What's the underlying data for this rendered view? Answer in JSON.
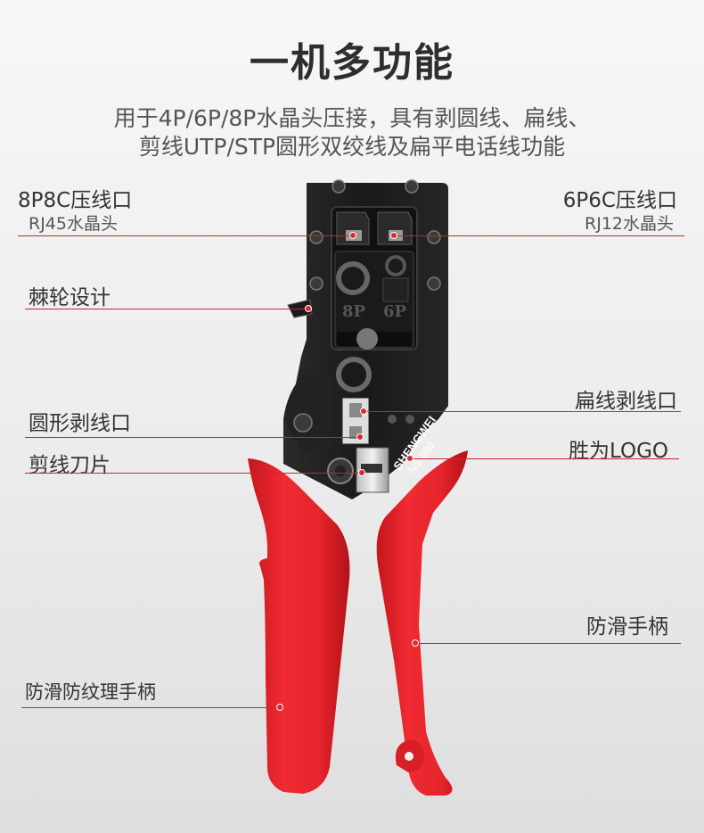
{
  "title": "一机多功能",
  "subtitle": {
    "line1": "用于4P/6P/8P水晶头压接，具有剥圆线、扁线、",
    "line2": "剪线UTP/STP圆形双绞线及扁平电话线功能"
  },
  "callouts": {
    "p8c": {
      "label": "8P8C压线口",
      "sub": "RJ45水晶头"
    },
    "p6c": {
      "label": "6P6C压线口",
      "sub": "RJ12水晶头"
    },
    "ratchet": {
      "label": "棘轮设计"
    },
    "flat_strip": {
      "label": "扁线剥线口"
    },
    "round_strip": {
      "label": "圆形剥线口"
    },
    "logo": {
      "label": "胜为LOGO"
    },
    "cutter": {
      "label": "剪线刀片"
    },
    "grip": {
      "label": "防滑手柄"
    },
    "texture_grip": {
      "label": "防滑防纹理手柄"
    }
  },
  "tool": {
    "die_labels": [
      "8P",
      "6P"
    ],
    "brand": "SHENGWEI",
    "model": "NS-360"
  },
  "colors": {
    "handle": "#e8242b",
    "body": "#1e1e1e",
    "accent_line": "#c9252b"
  }
}
